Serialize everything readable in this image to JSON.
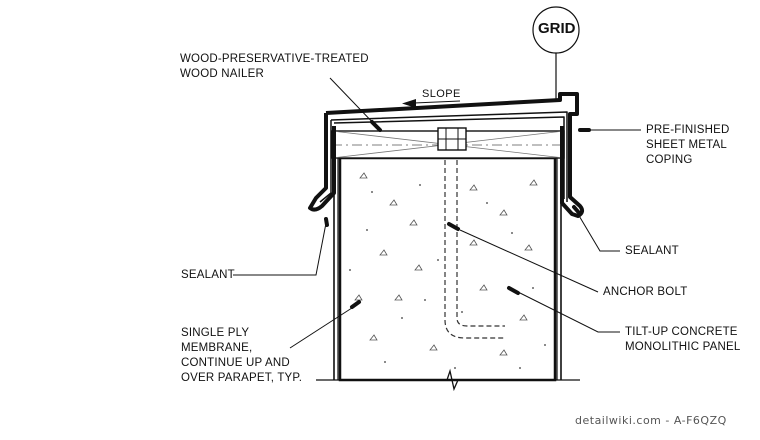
{
  "grid": {
    "label": "GRID"
  },
  "slope": {
    "label": "SLOPE"
  },
  "labels": {
    "nailer": [
      "WOOD-PRESERVATIVE-TREATED",
      "WOOD NAILER"
    ],
    "coping": [
      "PRE-FINISHED",
      "SHEET METAL",
      "COPING"
    ],
    "sealant_right": [
      "SEALANT"
    ],
    "sealant_left": [
      "SEALANT"
    ],
    "anchor": [
      "ANCHOR BOLT"
    ],
    "panel": [
      "TILT-UP CONCRETE",
      "MONOLITHIC PANEL"
    ],
    "membrane": [
      "SINGLE PLY",
      "MEMBRANE,",
      "CONTINUE UP AND",
      "OVER PARAPET, TYP."
    ]
  },
  "watermark": "detailwiki.com - A-F6QZQ"
}
